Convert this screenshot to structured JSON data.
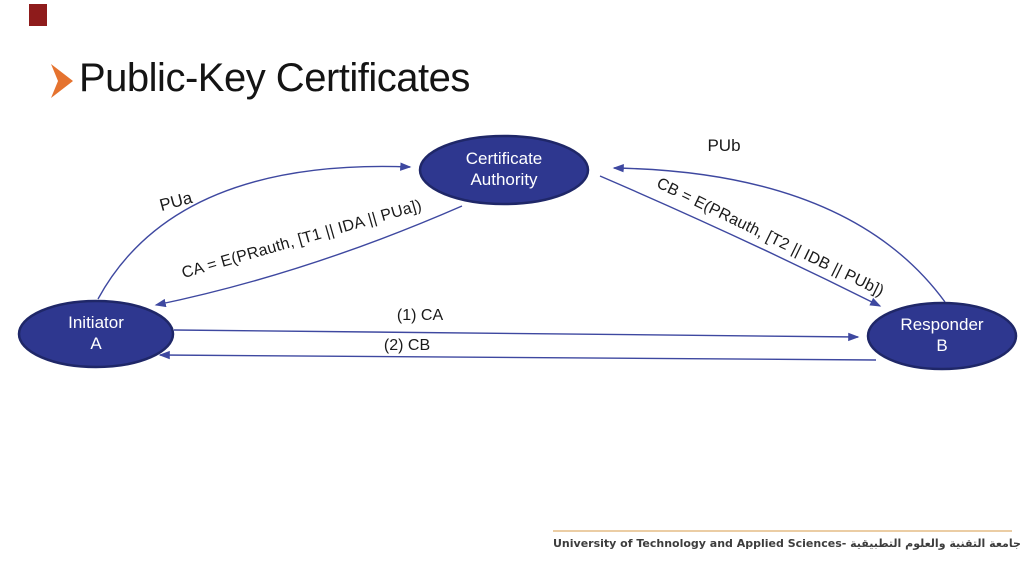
{
  "slide": {
    "title": "Public-Key Certificates",
    "footer": "University of Technology and Applied Sciences- جامعة التقنية والعلوم التطبيقية"
  },
  "diagram": {
    "nodes": [
      {
        "id": "certificate-authority",
        "line1": "Certificate",
        "line2": "Authority"
      },
      {
        "id": "initiator",
        "line1": "Initiator",
        "line2": "A"
      },
      {
        "id": "responder",
        "line1": "Responder",
        "line2": "B"
      }
    ],
    "edges": [
      {
        "from": "initiator",
        "to": "certificate-authority",
        "label": "PUa"
      },
      {
        "from": "certificate-authority",
        "to": "initiator",
        "label": "CA = E(PRauth, [T1 || IDA || PUa])"
      },
      {
        "from": "responder",
        "to": "certificate-authority",
        "label": "PUb"
      },
      {
        "from": "certificate-authority",
        "to": "responder",
        "label": "CB = E(PRauth, [T2 || IDB || PUb])"
      },
      {
        "from": "initiator",
        "to": "responder",
        "label": "(1) CA"
      },
      {
        "from": "responder",
        "to": "initiator",
        "label": "(2) CB"
      }
    ]
  },
  "theme": {
    "node_fill": "#2E378F",
    "node_stroke": "#1F2768",
    "arrow_color": "#3E48A0",
    "bullet_color": "#E5732F",
    "footer_line_color": "#EBCDA4",
    "corner_mark_color": "#8E1B1B"
  }
}
